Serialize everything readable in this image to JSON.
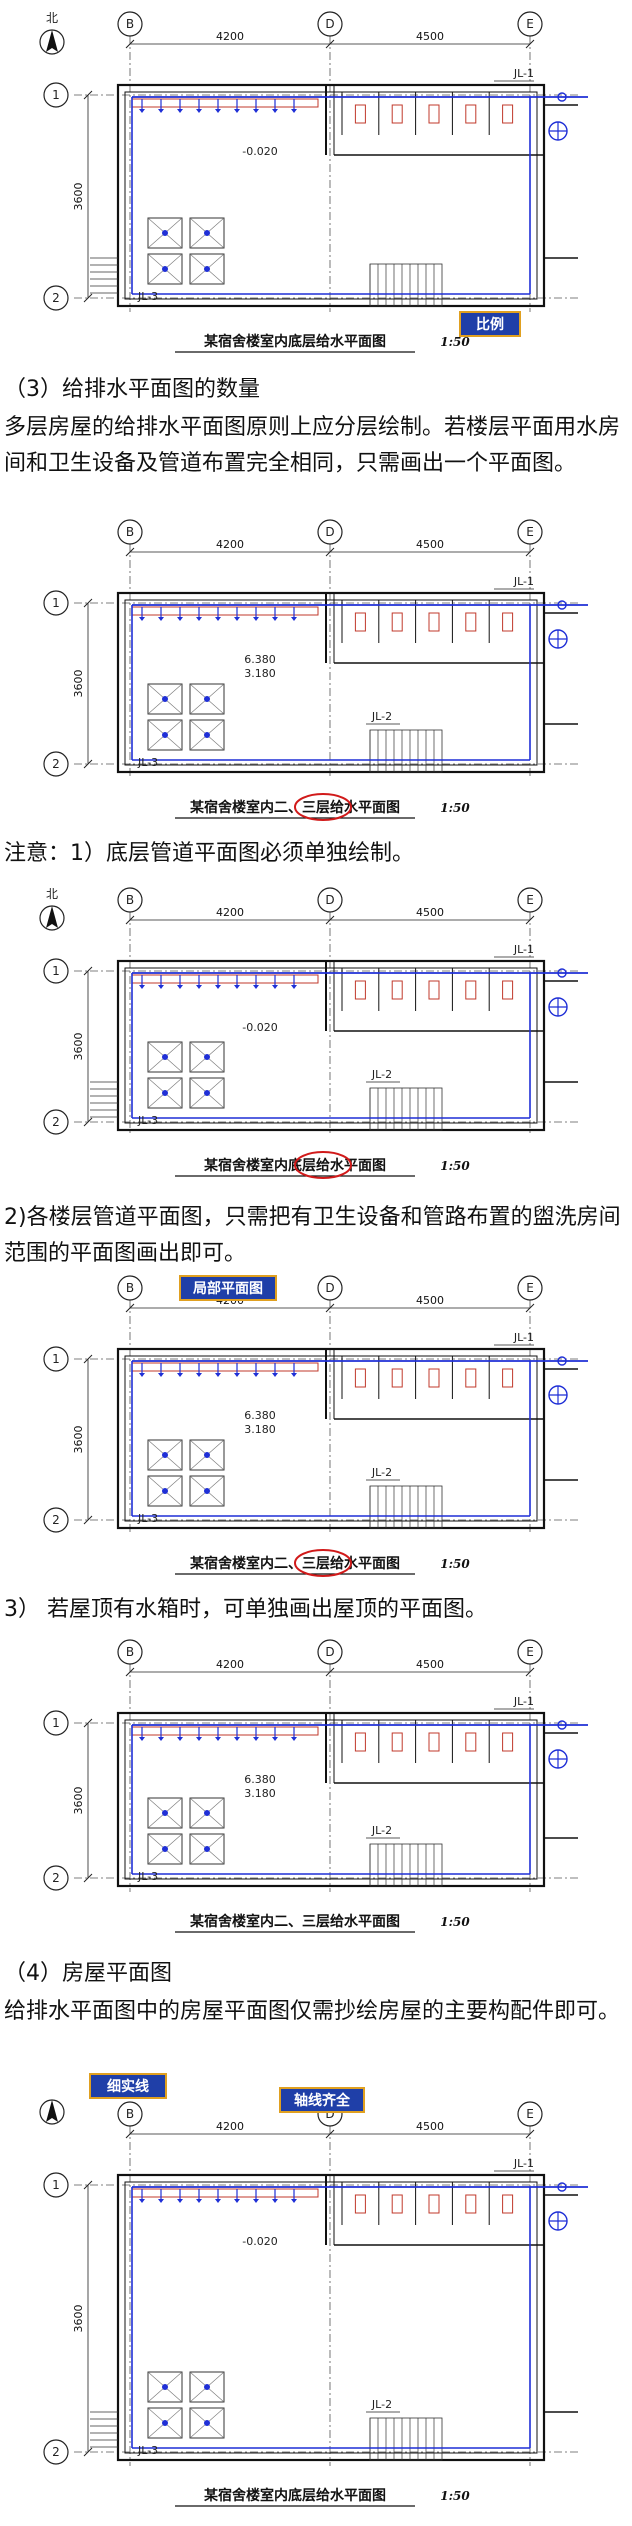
{
  "plans": [
    {
      "caption": "某宿舍楼室内底层给水平面图",
      "scale": "1:50",
      "north": "北",
      "axes": {
        "b": "B",
        "d": "D",
        "e": "E",
        "r1": "1",
        "r2": "2"
      },
      "dims": {
        "w1": "4200",
        "w2": "4500",
        "h": "3600"
      },
      "labels": {
        "jl1": "JL-1",
        "jl2": "",
        "jl3": "JL-3",
        "level1": "-0.020",
        "level2": ""
      },
      "badge1": "比例",
      "badge2": ""
    },
    {
      "caption": "某宿舍楼室内二、三层给水平面图",
      "scale": "1:50",
      "north": "",
      "axes": {
        "b": "B",
        "d": "D",
        "e": "E",
        "r1": "1",
        "r2": "2"
      },
      "dims": {
        "w1": "4200",
        "w2": "4500",
        "h": "3600"
      },
      "labels": {
        "jl1": "JL-1",
        "jl2": "JL-2",
        "jl3": "JL-3",
        "level1": "6.380",
        "level2": "3.180"
      },
      "badge1": "",
      "badge2": ""
    },
    {
      "caption": "某宿舍楼室内底层给水平面图",
      "scale": "1:50",
      "north": "北",
      "axes": {
        "b": "B",
        "d": "D",
        "e": "E",
        "r1": "1",
        "r2": "2"
      },
      "dims": {
        "w1": "4200",
        "w2": "4500",
        "h": "3600"
      },
      "labels": {
        "jl1": "JL-1",
        "jl2": "JL-2",
        "jl3": "JL-3",
        "level1": "-0.020",
        "level2": ""
      },
      "badge1": "",
      "badge2": ""
    },
    {
      "caption": "某宿舍楼室内二、三层给水平面图",
      "scale": "1:50",
      "north": "",
      "axes": {
        "b": "B",
        "d": "D",
        "e": "E",
        "r1": "1",
        "r2": "2"
      },
      "dims": {
        "w1": "4200",
        "w2": "4500",
        "h": "3600"
      },
      "labels": {
        "jl1": "JL-1",
        "jl2": "JL-2",
        "jl3": "JL-3",
        "level1": "6.380",
        "level2": "3.180"
      },
      "badge1": "局部平面图",
      "badge2": ""
    },
    {
      "caption": "某宿舍楼室内二、三层给水平面图",
      "scale": "1:50",
      "north": "",
      "axes": {
        "b": "B",
        "d": "D",
        "e": "E",
        "r1": "1",
        "r2": "2"
      },
      "dims": {
        "w1": "4200",
        "w2": "4500",
        "h": "3600"
      },
      "labels": {
        "jl1": "JL-1",
        "jl2": "JL-2",
        "jl3": "JL-3",
        "level1": "6.380",
        "level2": "3.180"
      },
      "badge1": "",
      "badge2": ""
    },
    {
      "caption": "某宿舍楼室内底层给水平面图",
      "scale": "1:50",
      "north": "",
      "axes": {
        "b": "B",
        "d": "D",
        "e": "E",
        "r1": "1",
        "r2": "2"
      },
      "dims": {
        "w1": "4200",
        "w2": "4500",
        "h": "3600"
      },
      "labels": {
        "jl1": "JL-1",
        "jl2": "JL-2",
        "jl3": "JL-3",
        "level1": "-0.020",
        "level2": ""
      },
      "badge1": "细实线",
      "badge2": "轴线齐全"
    }
  ],
  "texts": {
    "s3_title": "（3）给排水平面图的数量",
    "s3_body": "多层房屋的给排水平面图原则上应分层绘制。若楼层平面用水房间和卫生设备及管道布置完全相同，只需画出一个平面图。",
    "note1": "注意：1）底层管道平面图必须单独绘制。",
    "note2": "2)各楼层管道平面图，只需把有卫生设备和管路布置的盥洗房间范围的平面图画出即可。",
    "note3": "3） 若屋顶有水箱时，可单独画出屋顶的平面图。",
    "s4_title": "（4）房屋平面图",
    "s4_body": "给排水平面图中的房屋平面图仅需抄绘房屋的主要构配件即可。"
  },
  "colors": {
    "pipe": "#1f2fd6",
    "wall": "#111111",
    "fixture": "#c0392b",
    "highlight": "#d11a1a",
    "badge": "#1f3fa8",
    "badge_border": "#e0a020"
  }
}
